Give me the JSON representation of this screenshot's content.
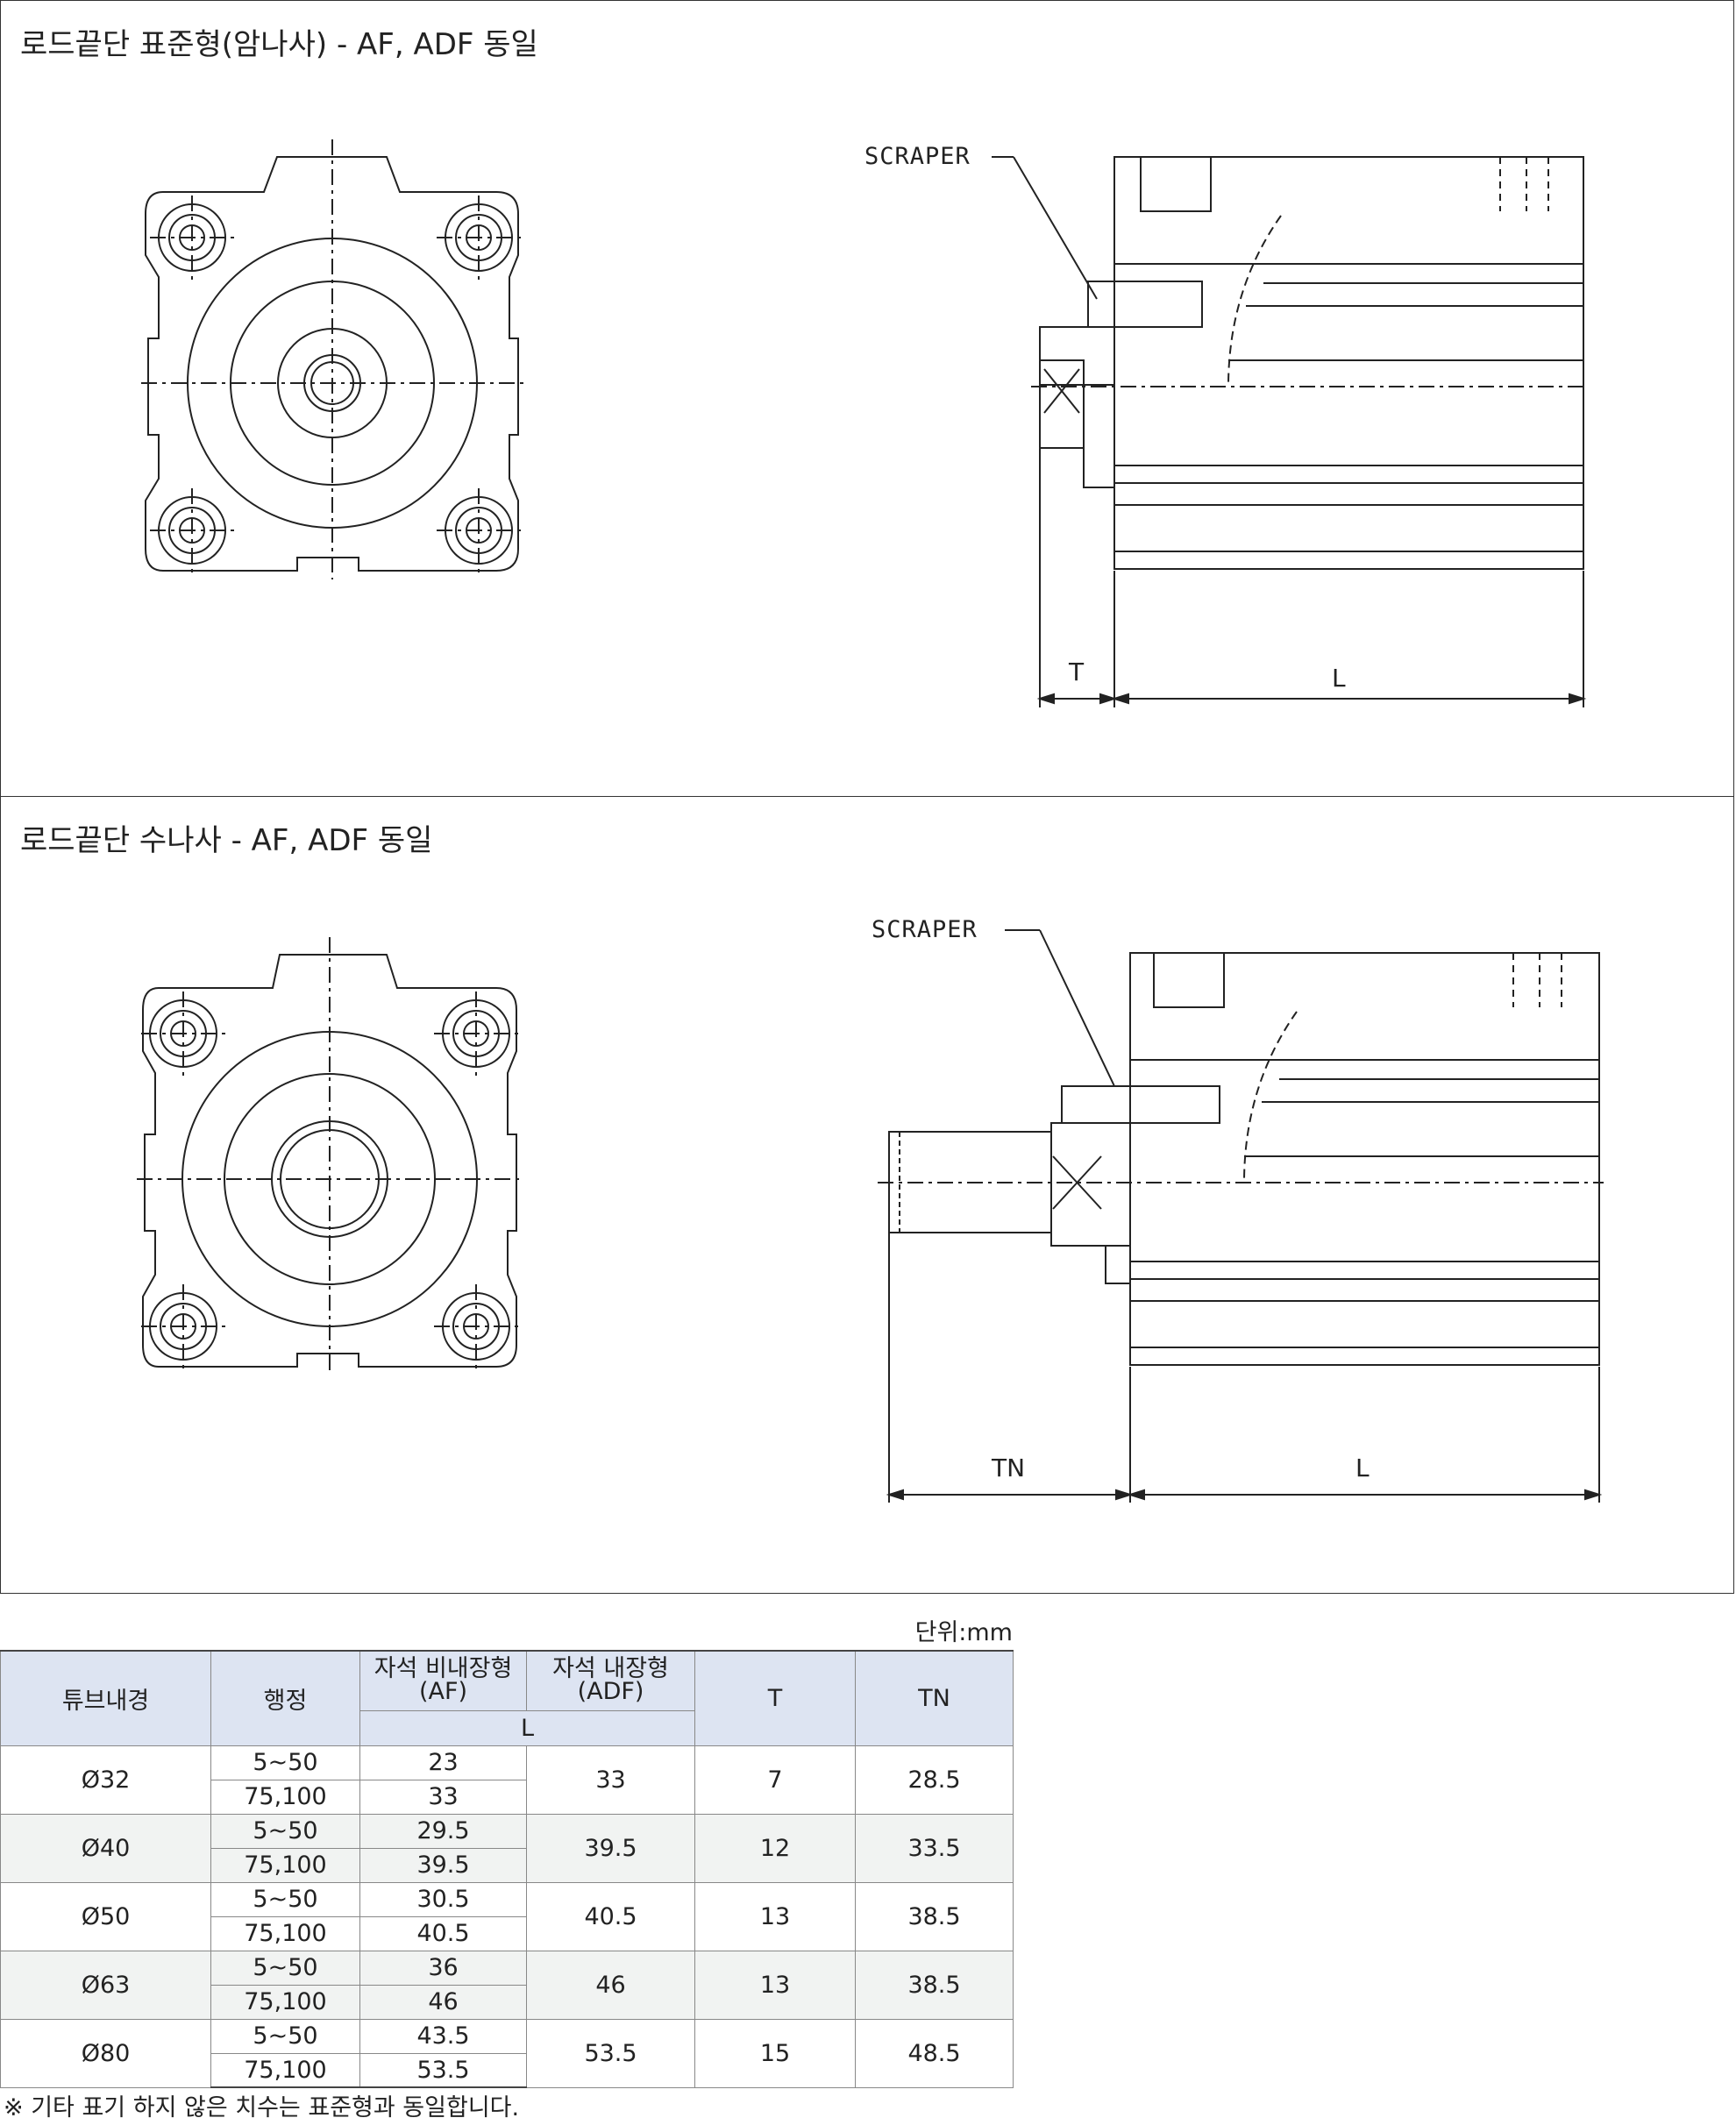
{
  "sections": [
    {
      "title": "로드끝단 표준형(암나사) - AF, ADF 동일",
      "scraper": "SCRAPER",
      "dim_left": "T",
      "dim_right": "L"
    },
    {
      "title": "로드끝단 수나사 - AF, ADF 동일",
      "scraper": "SCRAPER",
      "dim_left": "TN",
      "dim_right": "L"
    }
  ],
  "unit": "단위:mm",
  "table": {
    "headers": {
      "bore": "튜브내경",
      "stroke": "행정",
      "af_line1": "자석 비내장형",
      "af_line2": "(AF)",
      "adf_line1": "자석 내장형",
      "adf_line2": "(ADF)",
      "l": "L",
      "t": "T",
      "tn": "TN"
    },
    "rows": [
      {
        "bore": "Ø32",
        "stroke1": "5~50",
        "af1": "23",
        "stroke2": "75,100",
        "af2": "33",
        "adf": "33",
        "t": "7",
        "tn": "28.5"
      },
      {
        "bore": "Ø40",
        "stroke1": "5~50",
        "af1": "29.5",
        "stroke2": "75,100",
        "af2": "39.5",
        "adf": "39.5",
        "t": "12",
        "tn": "33.5"
      },
      {
        "bore": "Ø50",
        "stroke1": "5~50",
        "af1": "30.5",
        "stroke2": "75,100",
        "af2": "40.5",
        "adf": "40.5",
        "t": "13",
        "tn": "38.5"
      },
      {
        "bore": "Ø63",
        "stroke1": "5~50",
        "af1": "36",
        "stroke2": "75,100",
        "af2": "46",
        "adf": "46",
        "t": "13",
        "tn": "38.5"
      },
      {
        "bore": "Ø80",
        "stroke1": "5~50",
        "af1": "43.5",
        "stroke2": "75,100",
        "af2": "53.5",
        "adf": "53.5",
        "t": "15",
        "tn": "48.5"
      }
    ]
  },
  "note": "※ 기타 표기 하지 않은 치수는 표준형과 동일합니다."
}
